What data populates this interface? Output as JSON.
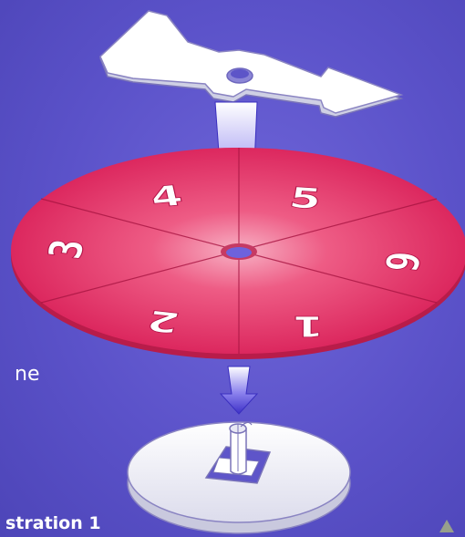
{
  "spinner": {
    "numbers": [
      "4",
      "5",
      "6",
      "1",
      "2",
      "3"
    ]
  },
  "caption": {
    "fragment": "ne",
    "illustration": "stration 1"
  },
  "colors": {
    "background": "#5b52c9",
    "disc": "#e8356a",
    "arrow": "#4b3fd0"
  }
}
